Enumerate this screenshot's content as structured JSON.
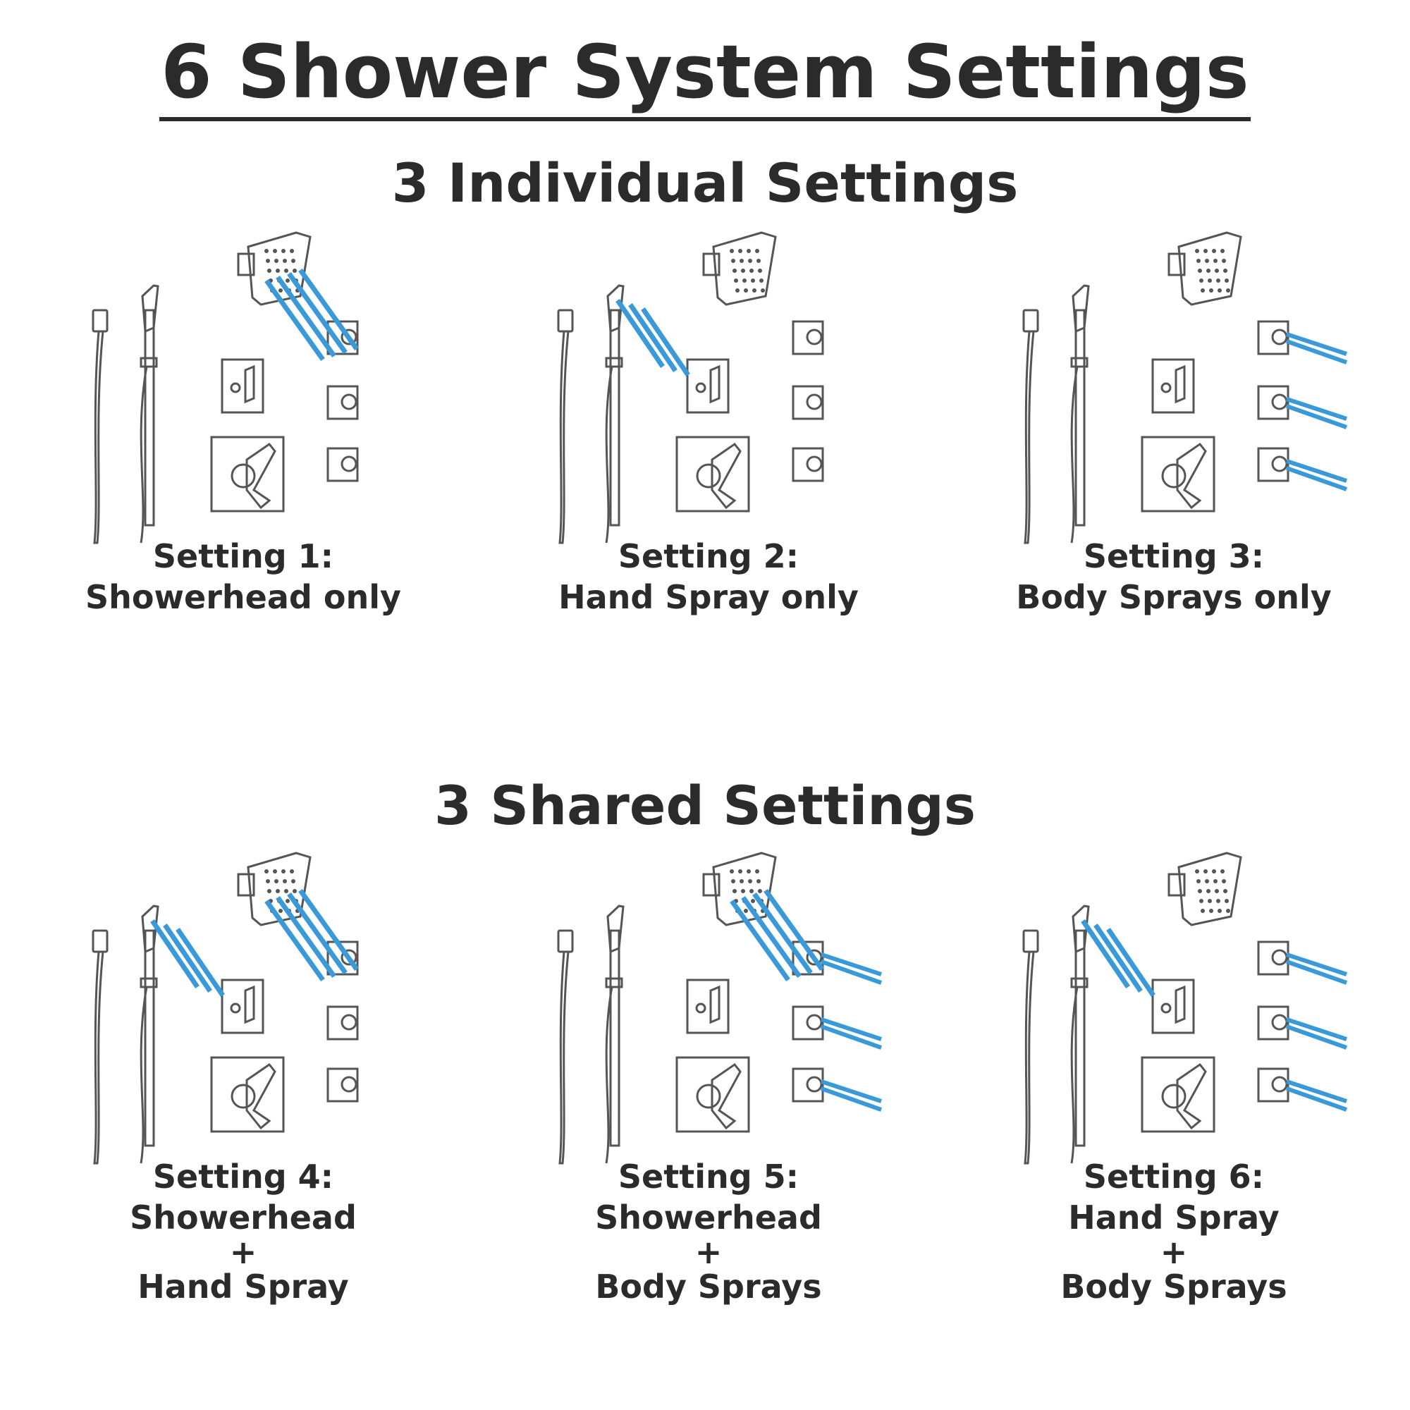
{
  "title": "6 Shower System Settings",
  "individual_heading": "3 Individual Settings",
  "shared_heading": "3 Shared Settings",
  "settings": [
    {
      "label": "Setting 1:",
      "line1": "Showerhead only",
      "active": [
        "showerhead"
      ]
    },
    {
      "label": "Setting 2:",
      "line1": "Hand Spray only",
      "active": [
        "handspray"
      ]
    },
    {
      "label": "Setting 3:",
      "line1": "Body Sprays only",
      "active": [
        "bodysprays"
      ]
    },
    {
      "label": "Setting 4:",
      "line1": "Showerhead",
      "plus": "+",
      "line2": "Hand Spray",
      "active": [
        "showerhead",
        "handspray"
      ]
    },
    {
      "label": "Setting 5:",
      "line1": "Showerhead",
      "plus": "+",
      "line2": "Body Sprays",
      "active": [
        "showerhead",
        "bodysprays"
      ]
    },
    {
      "label": "Setting 6:",
      "line1": "Hand Spray",
      "plus": "+",
      "line2": "Body Sprays",
      "active": [
        "handspray",
        "bodysprays"
      ]
    }
  ],
  "colors": {
    "water": "#3a9ad9",
    "line": "#555555",
    "text": "#2b2b2b"
  }
}
